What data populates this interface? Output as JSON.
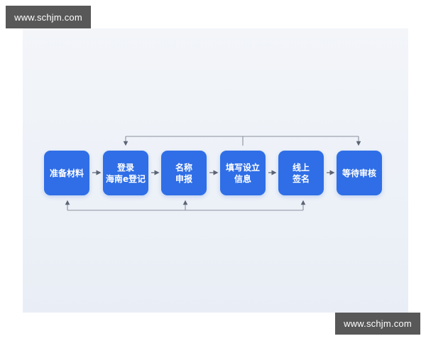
{
  "watermarks": {
    "top_left": "www.schjm.com",
    "bottom_right": "www.schjm.com"
  },
  "diagram": {
    "type": "flowchart",
    "box_color": "#2f6ee6",
    "line_color": "#6b7280",
    "steps": [
      {
        "lines": [
          "准备材料"
        ]
      },
      {
        "lines": [
          "登录",
          "海南e登记"
        ]
      },
      {
        "lines": [
          "名称",
          "申报"
        ]
      },
      {
        "lines": [
          "填写设立",
          "信息"
        ]
      },
      {
        "lines": [
          "线上",
          "签名"
        ]
      },
      {
        "lines": [
          "等待审核"
        ]
      }
    ],
    "flow": "准备材料 → 登录海南e登记 → 名称申报 → 填写设立信息 → 线上签名 → 等待审核",
    "top_connector": {
      "from": "填写设立信息",
      "to": [
        "登录海南e登记",
        "等待审核"
      ]
    },
    "bottom_connector": {
      "links": [
        "准备材料",
        "名称申报",
        "线上签名"
      ]
    }
  }
}
